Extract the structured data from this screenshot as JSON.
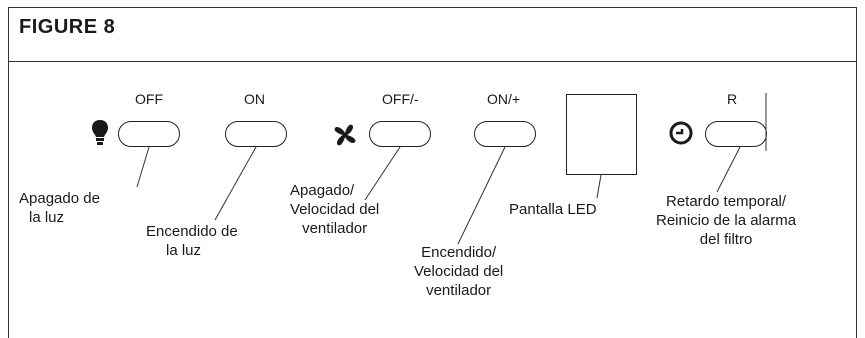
{
  "figure_title": "FIGURE 8",
  "buttons": [
    {
      "id": "light-off",
      "label": "OFF"
    },
    {
      "id": "light-on",
      "label": "ON"
    },
    {
      "id": "fan-off",
      "label": "OFF/-"
    },
    {
      "id": "fan-on",
      "label": "ON/+"
    },
    {
      "id": "reset",
      "label": "R"
    }
  ],
  "led_display_label": "Pantalla LED",
  "captions": {
    "light_off": [
      "Apagado de",
      "la luz"
    ],
    "light_on": [
      "Encendido de",
      "la luz"
    ],
    "fan_off": [
      "Apagado/",
      "Velocidad del",
      "ventilador"
    ],
    "fan_on": [
      "Encendido/",
      "Velocidad del",
      "ventilador"
    ],
    "timer": [
      "Retardo temporal/",
      "Reinicio de la alarma",
      "del filtro"
    ]
  },
  "icons": [
    "lightbulb-icon",
    "fan-icon",
    "clock-icon"
  ]
}
